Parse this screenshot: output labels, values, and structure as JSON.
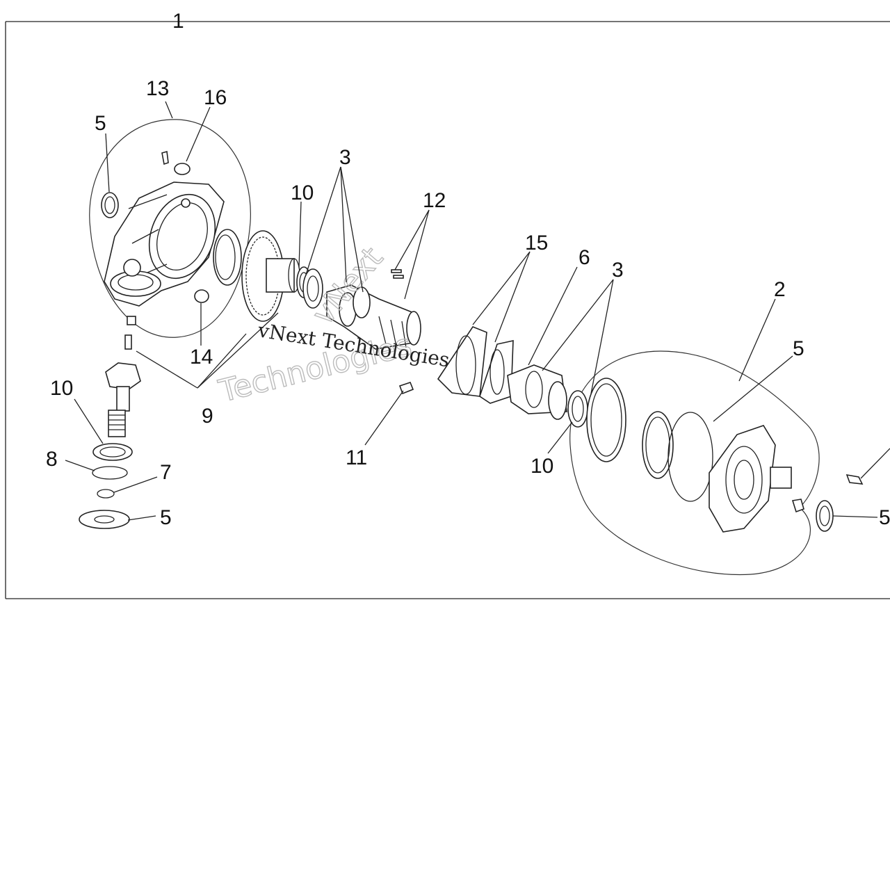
{
  "diagram": {
    "callouts": [
      {
        "id": "c1",
        "text": "1"
      },
      {
        "id": "c13",
        "text": "13"
      },
      {
        "id": "c16",
        "text": "16"
      },
      {
        "id": "c5a",
        "text": "5"
      },
      {
        "id": "c3a",
        "text": "3"
      },
      {
        "id": "c10a",
        "text": "10"
      },
      {
        "id": "c12",
        "text": "12"
      },
      {
        "id": "c15",
        "text": "15"
      },
      {
        "id": "c6",
        "text": "6"
      },
      {
        "id": "c3b",
        "text": "3"
      },
      {
        "id": "c2",
        "text": "2"
      },
      {
        "id": "c5b",
        "text": "5"
      },
      {
        "id": "c14",
        "text": "14"
      },
      {
        "id": "c10b",
        "text": "10"
      },
      {
        "id": "c9",
        "text": "9"
      },
      {
        "id": "c8",
        "text": "8"
      },
      {
        "id": "c7",
        "text": "7"
      },
      {
        "id": "c5c",
        "text": "5"
      },
      {
        "id": "c11",
        "text": "11"
      },
      {
        "id": "c10c",
        "text": "10"
      },
      {
        "id": "c5d",
        "text": "5"
      }
    ],
    "watermark": {
      "line1": "vNext Technologies",
      "line2": "Technologies",
      "line3": "vNext"
    }
  }
}
